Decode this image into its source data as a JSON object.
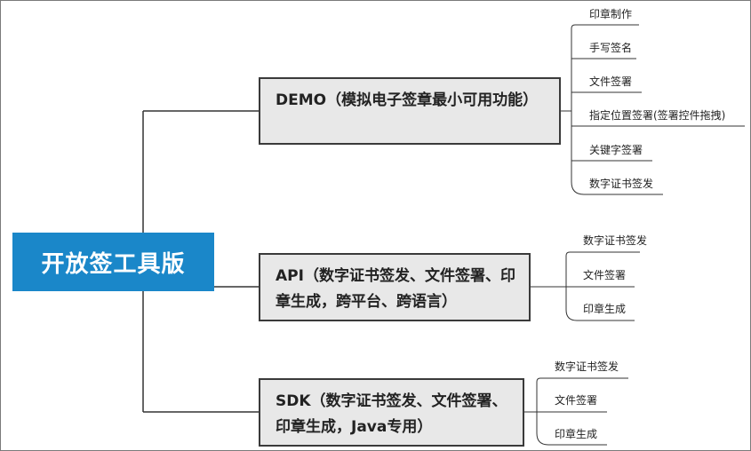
{
  "root": {
    "label": "开放签工具版"
  },
  "branches": [
    {
      "label": "DEMO（模拟电子签章最小可用功能）",
      "leaves": [
        "印章制作",
        "手写签名",
        "文件签署",
        "指定位置签署(签署控件拖拽)",
        "关键字签署",
        "数字证书签发"
      ]
    },
    {
      "label": "API（数字证书签发、文件签署、印章生成，跨平台、跨语言）",
      "leaves": [
        "数字证书签发",
        "文件签署",
        "印章生成"
      ]
    },
    {
      "label": "SDK（数字证书签发、文件签署、印章生成，Java专用）",
      "leaves": [
        "数字证书签发",
        "文件签署",
        "印章生成"
      ]
    }
  ]
}
